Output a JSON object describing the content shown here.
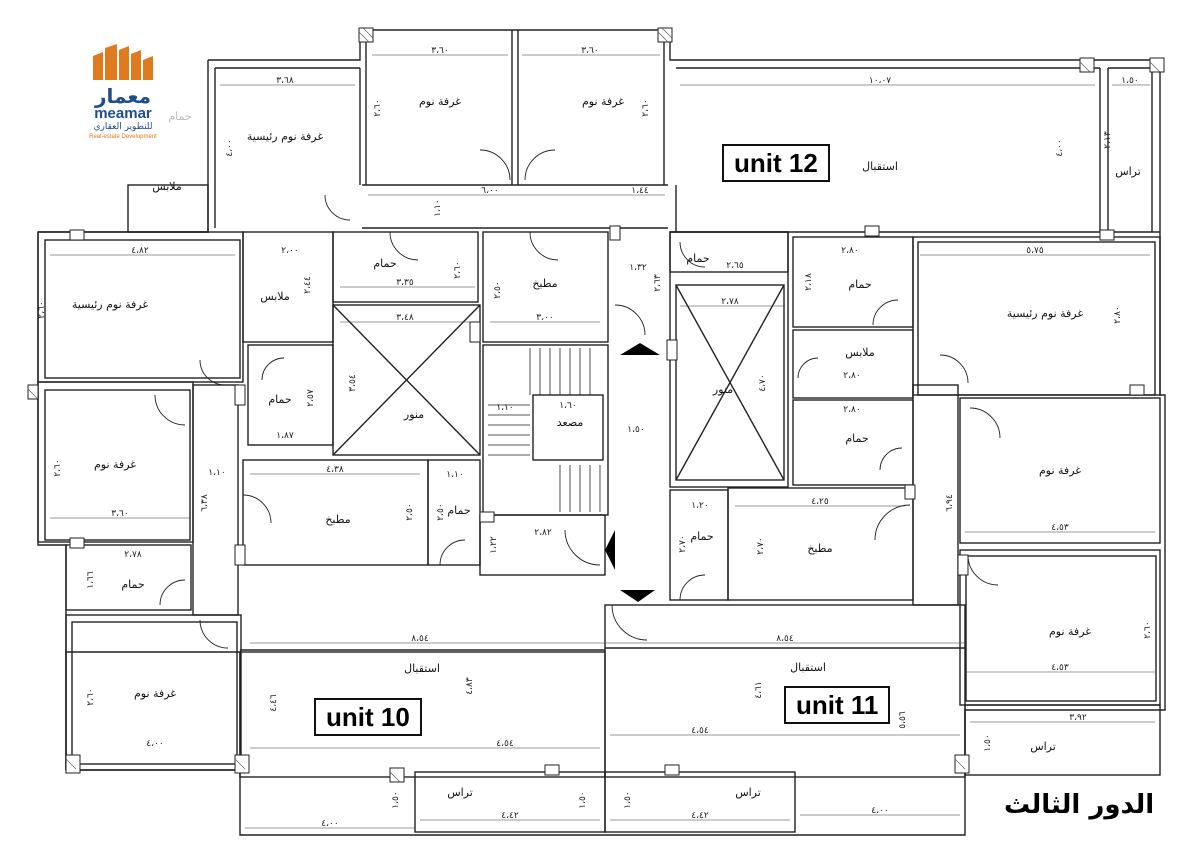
{
  "logo": {
    "arabic_name": "معمار",
    "latin_name": "meamar",
    "tagline_ar": "للتطوير العقاري",
    "tagline_en": "Real-estate Development"
  },
  "floor_title": "الدور الثالث",
  "units": {
    "u10": "unit 10",
    "u11": "unit 11",
    "u12": "unit 12"
  },
  "rooms": {
    "master_bed_tl": "غرفة نوم رئيسية",
    "closet_tl": "ملابس",
    "bath_tl": "حمام",
    "bed_top1": "غرفة نوم",
    "bed_top2": "غرفة نوم",
    "reception_12": "استقبال",
    "terrace_12": "تراس",
    "master_bed_l": "غرفة نوم رئيسية",
    "closet_l": "ملابس",
    "bath_c1": "حمام",
    "kitchen_c": "مطبخ",
    "bath_l2": "حمام",
    "shaft_l": "منور",
    "bed_l": "غرفة نوم",
    "kitchen_10": "مطبخ",
    "bath_10": "حمام",
    "bath_10b": "حمام",
    "elevator": "مصعد",
    "shaft_r": "منور",
    "bath_r1": "حمام",
    "bath_r2": "حمام",
    "closet_r": "ملابس",
    "bath_r3": "حمام",
    "master_bed_r": "غرفة نوم رئيسية",
    "bed_r": "غرفة نوم",
    "bath_11": "حمام",
    "kitchen_11": "مطبخ",
    "bed_r2": "غرفة نوم",
    "bed_10": "غرفة نوم",
    "reception_10": "استقبال",
    "reception_11": "استقبال",
    "terrace_10": "تراس",
    "terrace_11": "تراس",
    "terrace_r": "تراس"
  },
  "dims": {
    "d1": "٣،٦٨",
    "d2": "٣،٦٠",
    "d3": "٣،٦٠",
    "d4": "١٠،٠٧",
    "d5": "١،٥٠",
    "d6": "٦،٠٠",
    "d7": "١،٤٤",
    "d8": "٤،٨٢",
    "d9": "٢،٠٠",
    "d10": "٣،٣٥",
    "d11": "٣،٠٠",
    "d12": "١،٣٢",
    "d13": "٢،٦٥",
    "d14": "٢،٨٠",
    "d15": "٥،٧٥",
    "d16": "٣،٤٨",
    "d17": "٢،٧٨",
    "d18": "٢،٨٠",
    "d19": "٢،٨٠",
    "d20": "١،٨٧",
    "d21": "١،٦٠",
    "d22": "١،١٠",
    "d23": "١،٥٠",
    "d24": "٤،٣٨",
    "d25": "١،١٠",
    "d26": "٣،٦٠",
    "d27": "١،٢٠",
    "d28": "٤،٢٥",
    "d29": "٤،٥٣",
    "d30": "٢،٧٨",
    "d31": "٢،٨٢",
    "d32": "٨،٥٤",
    "d33": "٨،٥٤",
    "d34": "٤،٥٣",
    "d35": "٤،٠٠",
    "d36": "٤،٥٤",
    "d37": "٤،٥٤",
    "d38": "٣،٩٢",
    "d39": "٤،٠٠",
    "d40": "٤،٤٢",
    "d41": "٤،٤٢",
    "d42": "٤،٠٠",
    "v1": "٢،٦٠",
    "v2": "٢،٦٠",
    "v3": "٤،٠٠",
    "v4": "٢،٦٠",
    "v5": "١،١٠",
    "v6": "٤،٠٠",
    "v7": "٢،١٣",
    "v8": "٢،٦٠",
    "v9": "٢،٤٤",
    "v10": "٢،٥٠",
    "v11": "٢،٦٣",
    "v12": "٢،١٨",
    "v13": "٢،٨٠",
    "v14": "٣،٥٤",
    "v15": "٢،٥٧",
    "v16": "٢،٦٠",
    "v17": "٤،٧٠",
    "v18": "٢،٥٠",
    "v19": "٢،٥٠",
    "v20": "١،٢٢",
    "v21": "٦،٣٨",
    "v22": "٢،٧٠",
    "v23": "٢،٧٠",
    "v24": "٦،٩٤",
    "v25": "١،١٠",
    "v26": "٤،٨٣",
    "v27": "٤،٤٦",
    "v28": "٤،٦١",
    "v29": "٥،٥٦",
    "v30": "١،٥٠",
    "v31": "١،٥٠",
    "v32": "١،٥٠",
    "v33": "٢،٦٠",
    "v34": "١،٦٦",
    "v35": "٢،٦٠",
    "v36": "١،٥٠"
  }
}
